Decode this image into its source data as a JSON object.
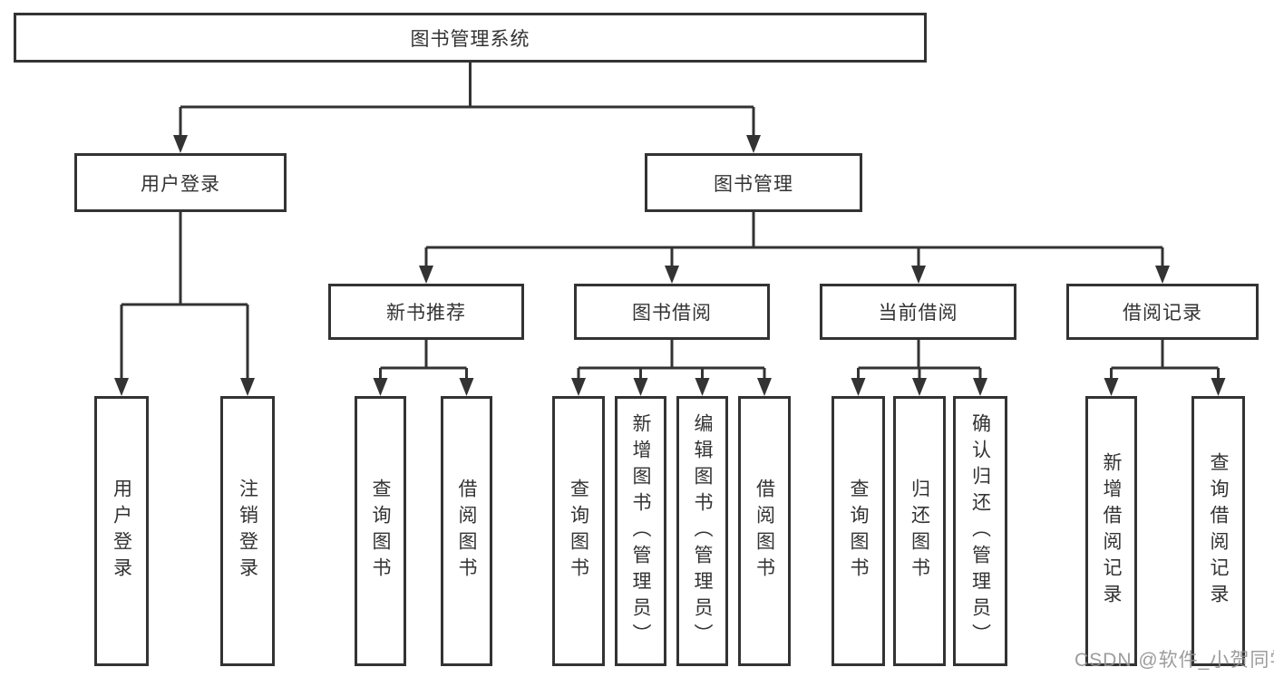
{
  "tree": {
    "root": {
      "label": "图书管理系统"
    },
    "children": [
      {
        "label": "用户登录",
        "children": [
          {
            "label": "用户登录"
          },
          {
            "label": "注销登录"
          }
        ]
      },
      {
        "label": "图书管理",
        "children": [
          {
            "label": "新书推荐",
            "children": [
              {
                "label": "查询图书"
              },
              {
                "label": "借阅图书"
              }
            ]
          },
          {
            "label": "图书借阅",
            "children": [
              {
                "label": "查询图书"
              },
              {
                "label": "新增图书（管理员）"
              },
              {
                "label": "编辑图书（管理员）"
              },
              {
                "label": "借阅图书"
              }
            ]
          },
          {
            "label": "当前借阅",
            "children": [
              {
                "label": "查询图书"
              },
              {
                "label": "归还图书"
              },
              {
                "label": "确认归还（管理员）"
              }
            ]
          },
          {
            "label": "借阅记录",
            "children": [
              {
                "label": "新增借阅记录"
              },
              {
                "label": "查询借阅记录"
              }
            ]
          }
        ]
      }
    ]
  },
  "watermark": {
    "text": "CSDN @软件_小贺同学"
  },
  "colors": {
    "line": "#333333",
    "box_border": "#333333",
    "text": "#333333",
    "background": "#ffffff",
    "watermark": "#919191"
  }
}
